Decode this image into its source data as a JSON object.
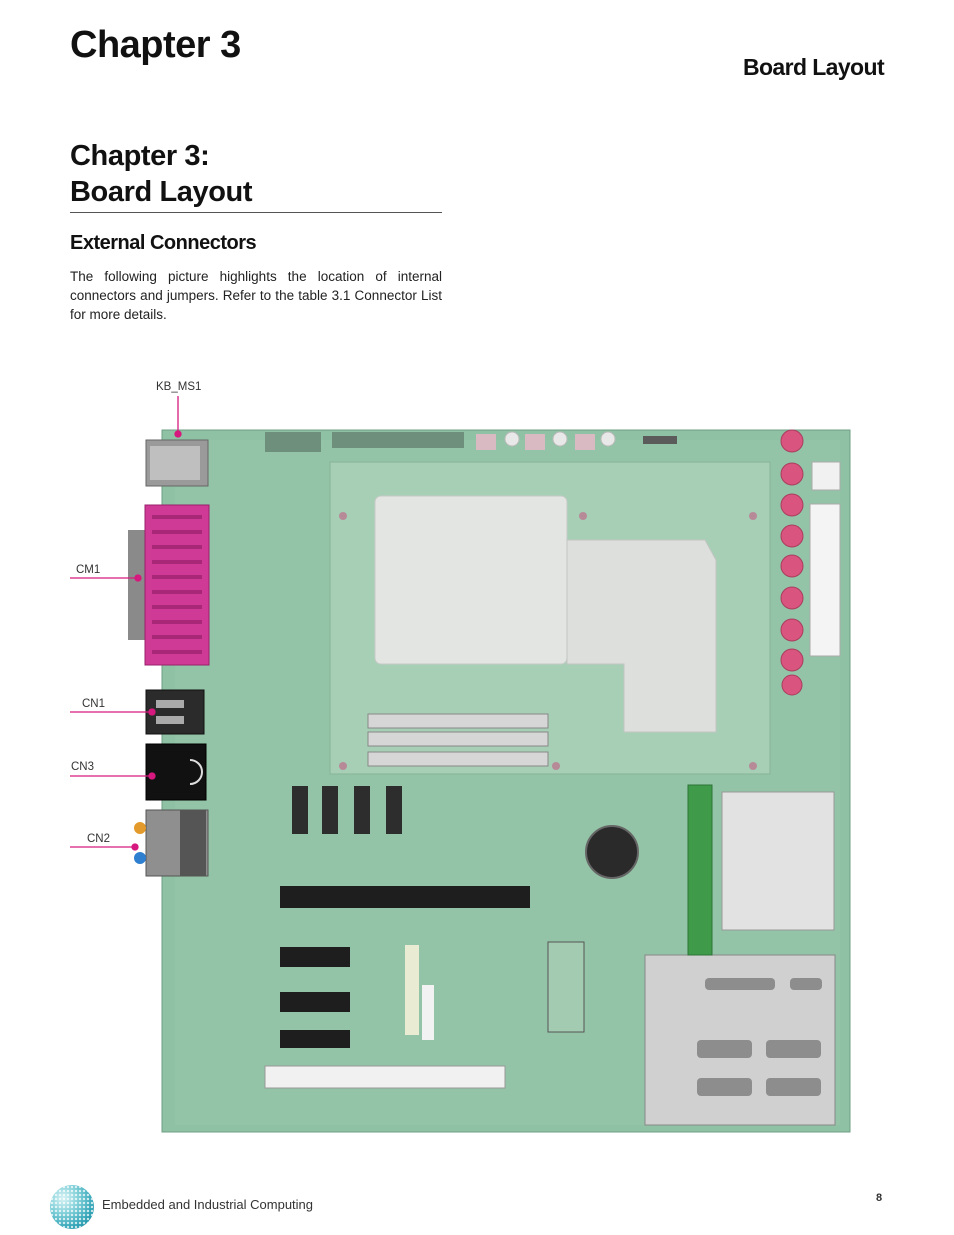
{
  "header": {
    "chapter": "Chapter 3",
    "section": "Board Layout"
  },
  "title": {
    "line1": "Chapter 3:",
    "line2": "Board Layout"
  },
  "subheading": "External Connectors",
  "intro": "The following picture highlights the location of internal connectors and jumpers. Refer to the table 3.1 Connector List for more details.",
  "callouts": {
    "kb_ms1": "KB_MS1",
    "cm1": "CM1",
    "cn1": "CN1",
    "cn3": "CN3",
    "cn2": "CN2"
  },
  "footer": {
    "company": "Embedded and Industrial Computing",
    "page_number": "8"
  },
  "colors": {
    "board_green": "#8fc1a4",
    "callout_magenta": "#d6197e",
    "heatsink_gray": "#e3e5e3"
  }
}
